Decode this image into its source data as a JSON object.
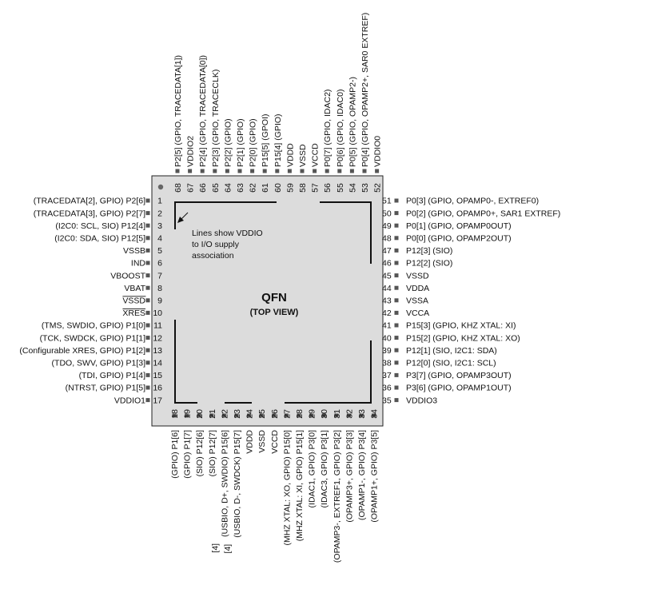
{
  "package": {
    "name": "QFN",
    "view": "(TOP VIEW)",
    "note": [
      "Lines show VDDIO",
      "to I/O supply",
      "association"
    ]
  },
  "left_pins": [
    {
      "num": "1",
      "label": "(TRACEDATA[2], GPIO) P2[6]"
    },
    {
      "num": "2",
      "label": "(TRACEDATA[3], GPIO) P2[7]"
    },
    {
      "num": "3",
      "label": "(I2C0: SCL, SIO) P12[4]"
    },
    {
      "num": "4",
      "label": "(I2C0: SDA, SIO) P12[5]"
    },
    {
      "num": "5",
      "label": "VSSB"
    },
    {
      "num": "6",
      "label": "IND"
    },
    {
      "num": "7",
      "label": "VBOOST"
    },
    {
      "num": "8",
      "label": "VBAT"
    },
    {
      "num": "9",
      "label": "VSSD"
    },
    {
      "num": "10",
      "label": "XRES"
    },
    {
      "num": "11",
      "label": "(TMS, SWDIO, GPIO) P1[0]"
    },
    {
      "num": "12",
      "label": "(TCK, SWDCK, GPIO) P1[1]"
    },
    {
      "num": "13",
      "label": "(Configurable XRES, GPIO) P1[2]"
    },
    {
      "num": "14",
      "label": "(TDO, SWV, GPIO) P1[3]"
    },
    {
      "num": "15",
      "label": "(TDI, GPIO) P1[4]"
    },
    {
      "num": "16",
      "label": "(NTRST, GPIO) P1[5]"
    },
    {
      "num": "17",
      "label": "VDDIO1"
    }
  ],
  "right_pins": [
    {
      "num": "51",
      "label": "P0[3] (GPIO, OPAMP0-, EXTREF0)"
    },
    {
      "num": "50",
      "label": "P0[2] (GPIO, OPAMP0+, SAR1 EXTREF)"
    },
    {
      "num": "49",
      "label": "P0[1] (GPIO, OPAMP0OUT)"
    },
    {
      "num": "48",
      "label": "P0[0] (GPIO, OPAMP2OUT)"
    },
    {
      "num": "47",
      "label": "P12[3] (SIO)"
    },
    {
      "num": "46",
      "label": "P12[2] (SIO)"
    },
    {
      "num": "45",
      "label": "VSSD"
    },
    {
      "num": "44",
      "label": "VDDA"
    },
    {
      "num": "43",
      "label": "VSSA"
    },
    {
      "num": "42",
      "label": "VCCA"
    },
    {
      "num": "41",
      "label": "P15[3] (GPIO, KHZ XTAL: XI)"
    },
    {
      "num": "40",
      "label": "P15[2] (GPIO, KHZ XTAL: XO)"
    },
    {
      "num": "39",
      "label": "P12[1] (SIO, I2C1: SDA)"
    },
    {
      "num": "38",
      "label": "P12[0] (SIO, I2C1: SCL)"
    },
    {
      "num": "37",
      "label": "P3[7] (GPIO, OPAMP3OUT)"
    },
    {
      "num": "36",
      "label": "P3[6] (GPIO, OPAMP1OUT)"
    },
    {
      "num": "35",
      "label": "VDDIO3"
    }
  ],
  "top_pins": [
    {
      "num": "68",
      "label": "P2[5] (GPIO, TRACEDATA[1])"
    },
    {
      "num": "67",
      "label": "VDDIO2"
    },
    {
      "num": "66",
      "label": "P2[4] (GPIO, TRACEDATA[0])"
    },
    {
      "num": "65",
      "label": "P2[3] (GPIO, TRACECLK)"
    },
    {
      "num": "64",
      "label": "P2[2] (GPIO)"
    },
    {
      "num": "63",
      "label": "P2[1] (GPIO)"
    },
    {
      "num": "62",
      "label": "P2[0] (GPIO)"
    },
    {
      "num": "61",
      "label": "P15[5] (GPOI)"
    },
    {
      "num": "60",
      "label": "P15[4] (GPIO)"
    },
    {
      "num": "59",
      "label": "VDDD"
    },
    {
      "num": "58",
      "label": "VSSD"
    },
    {
      "num": "57",
      "label": "VCCD"
    },
    {
      "num": "56",
      "label": "P0[7] (GPIO, IDAC2)"
    },
    {
      "num": "55",
      "label": "P0[6] (GPIO, IDAC0)"
    },
    {
      "num": "54",
      "label": "P0[5] (GPIO, OPAMP2-)"
    },
    {
      "num": "53",
      "label": "P0[4] (GPIO, OPAMP2+, SAR0 EXTREF)"
    },
    {
      "num": "52",
      "label": "VDDIO0"
    }
  ],
  "bottom_pins": [
    {
      "num": "18",
      "label": "(GPIO) P1[6]"
    },
    {
      "num": "19",
      "label": "(GPIO) P1[7]"
    },
    {
      "num": "20",
      "label": "(SIO) P12[6]"
    },
    {
      "num": "21",
      "label": "(SIO) P12[7]"
    },
    {
      "num": "22",
      "label": "(USBIO, D+, SWDIO) P15[6]",
      "note": "[4]"
    },
    {
      "num": "23",
      "label": "(USBIO, D-, SWDCK) P15[7]",
      "note": "[4]"
    },
    {
      "num": "24",
      "label": "VDDD"
    },
    {
      "num": "25",
      "label": "VSSD"
    },
    {
      "num": "26",
      "label": "VCCD"
    },
    {
      "num": "27",
      "label": "(MHZ XTAL: XO, GPIO) P15[0]"
    },
    {
      "num": "28",
      "label": "(MHZ XTAL: XI, GPIO) P15[1]"
    },
    {
      "num": "29",
      "label": "(IDAC1, GPIO) P3[0]"
    },
    {
      "num": "30",
      "label": "(IDAC3, GPIO) P3[1]"
    },
    {
      "num": "31",
      "label": "(OPAMP3-, EXTREF1, GPIO) P3[2]"
    },
    {
      "num": "32",
      "label": "(OPAMP3+, GPIO) P3[3]"
    },
    {
      "num": "33",
      "label": "(OPAMP1-, GPIO) P3[4]"
    },
    {
      "num": "34",
      "label": "(OPAMP1+, GPIO) P3[5]"
    }
  ],
  "colors": {
    "chip": "#dcdcdc",
    "outline": "#222222",
    "pad": "#555555"
  }
}
